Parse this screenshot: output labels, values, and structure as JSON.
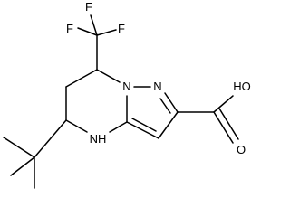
{
  "molecule": {
    "atoms": {
      "f1": "F",
      "f2": "F",
      "f3": "F",
      "n1": "N",
      "n2": "N",
      "nh": "NH",
      "oh": "HO",
      "o": "O"
    }
  }
}
